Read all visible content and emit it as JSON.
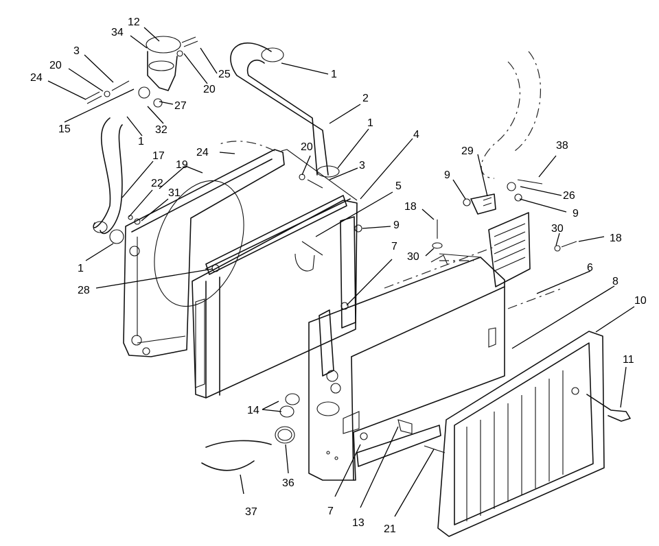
{
  "callouts": {
    "c1a": "1",
    "c1b": "1",
    "c1c": "1",
    "c1d": "1",
    "c2": "2",
    "c3a": "3",
    "c3b": "3",
    "c4": "4",
    "c5": "5",
    "c6": "6",
    "c7a": "7",
    "c7b": "7",
    "c8": "8",
    "c9a": "9",
    "c9b": "9",
    "c9c": "9",
    "c10": "10",
    "c11": "11",
    "c12": "12",
    "c13": "13",
    "c14": "14",
    "c15": "15",
    "c17": "17",
    "c18a": "18",
    "c18b": "18",
    "c19": "19",
    "c20a": "20",
    "c20b": "20",
    "c20c": "20",
    "c21": "21",
    "c22": "22",
    "c24a": "24",
    "c24b": "24",
    "c25": "25",
    "c26": "26",
    "c27": "27",
    "c28": "28",
    "c29": "29",
    "c30a": "30",
    "c30b": "30",
    "c31": "31",
    "c32": "32",
    "c34": "34",
    "c36": "36",
    "c37": "37",
    "c38": "38"
  }
}
